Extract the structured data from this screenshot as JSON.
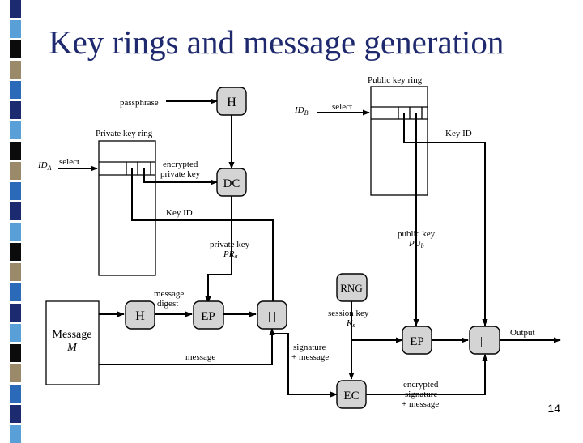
{
  "title": "Key rings and message generation",
  "page_number": "14",
  "colors": {
    "title": "#1f2a6e",
    "node_fill": "#d4d4d4",
    "bar_colors": [
      "#1c2a70",
      "#5aa0d8",
      "#0b0b0b",
      "#9a8a6a",
      "#2a6ab8",
      "#1c2a70",
      "#5aa0d8",
      "#0b0b0b",
      "#9a8a6a",
      "#2a6ab8",
      "#1c2a70",
      "#5aa0d8",
      "#0b0b0b",
      "#9a8a6a",
      "#2a6ab8",
      "#1c2a70",
      "#5aa0d8",
      "#0b0b0b",
      "#9a8a6a",
      "#2a6ab8",
      "#1c2a70",
      "#5aa0d8"
    ]
  },
  "diagram": {
    "labels": {
      "passphrase": "passphrase",
      "private_key_ring": "Private key ring",
      "public_key_ring": "Public key ring",
      "select_a": "select",
      "select_b": "select",
      "id_a_main": "ID",
      "id_a_sub": "A",
      "id_b_main": "ID",
      "id_b_sub": "B",
      "encrypted_private_key_1": "encrypted",
      "encrypted_private_key_2": "private key",
      "key_id_private": "Key ID",
      "key_id_public": "Key ID",
      "private_key_1": "private key",
      "private_key_main": "PR",
      "private_key_sub": "a",
      "public_key_1": "public key",
      "public_key_main": "PU",
      "public_key_sub": "b",
      "message_digest_1": "message",
      "message_digest_2": "digest",
      "session_key_1": "session key",
      "session_key_main": "K",
      "session_key_sub": "s",
      "signature_message_1": "signature",
      "signature_message_2": "+ message",
      "message": "message",
      "output": "Output",
      "encrypted_sig_1": "encrypted",
      "encrypted_sig_2": "signature",
      "encrypted_sig_3": "+ message",
      "message_box_1": "Message",
      "message_box_2": "M"
    },
    "nodes": {
      "hash": "H",
      "encrypt_private": "EP",
      "concat_1": "| |",
      "decrypt": "DC",
      "passphrase_hash": "H",
      "rng": "RNG",
      "encrypt_public": "EP",
      "concat_2": "| |",
      "encrypt_conv": "EC"
    }
  }
}
